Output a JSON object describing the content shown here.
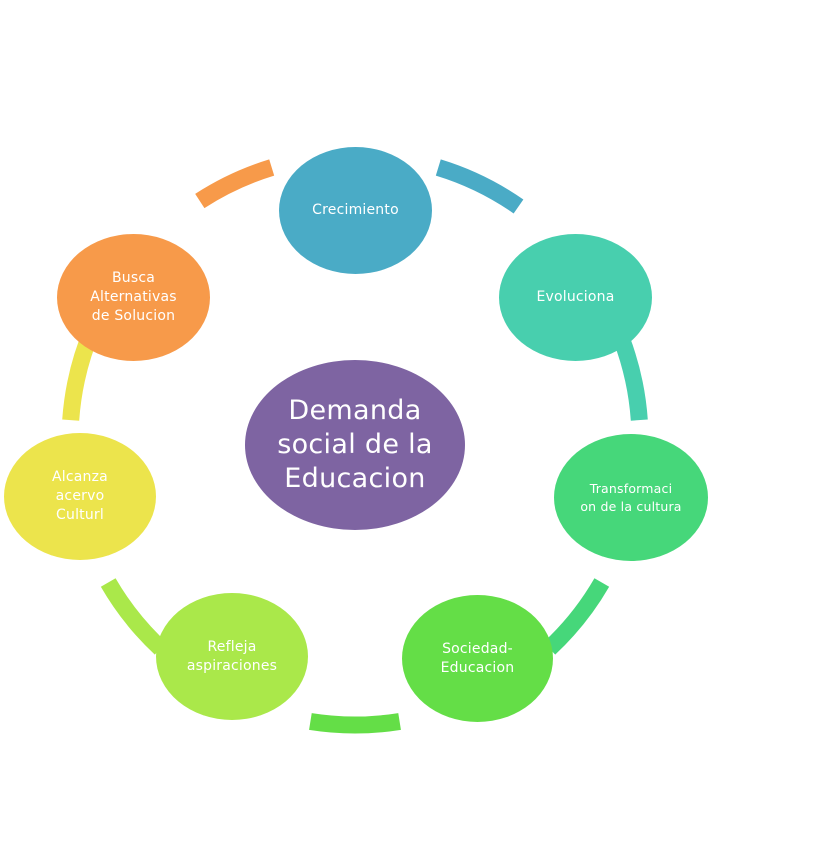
{
  "center": {
    "lines": [
      "Demanda",
      "social de la",
      "Educacion"
    ],
    "color": "#7e64a2"
  },
  "nodes": [
    {
      "id": "crecimiento",
      "lines": [
        "Crecimiento"
      ],
      "color": "#4aabc6"
    },
    {
      "id": "evoluciona",
      "lines": [
        "Evoluciona"
      ],
      "color": "#48cfae"
    },
    {
      "id": "transformacion",
      "lines": [
        "Transformaci",
        "on de la cultura"
      ],
      "color": "#46d77a"
    },
    {
      "id": "sociedad-educacion",
      "lines": [
        "Sociedad-",
        "Educacion"
      ],
      "color": "#64de47"
    },
    {
      "id": "refleja-aspiraciones",
      "lines": [
        "Refleja",
        "aspiraciones"
      ],
      "color": "#aae84a"
    },
    {
      "id": "alcanza-acervo-culturl",
      "lines": [
        "Alcanza",
        "acervo",
        "Culturl"
      ],
      "color": "#ece44c"
    },
    {
      "id": "busca-alternativas",
      "lines": [
        "Busca",
        "Alternativas",
        "de Solucion"
      ],
      "color": "#f79a4a"
    }
  ]
}
